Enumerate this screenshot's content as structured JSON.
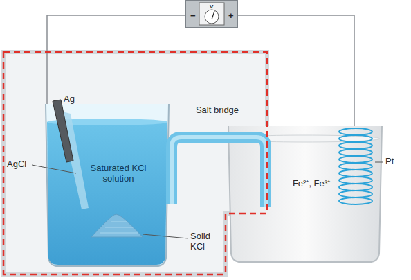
{
  "diagram": {
    "nodes": [
      {
        "text": [
          "−",
          "V",
          "+"
        ]
      }
    ],
    "labels": [
      "Ag",
      "AgCl",
      "Saturated KCl solution",
      "Salt bridge",
      "Solid KCl",
      "Pt",
      "Fe²⁺, Fe³⁺"
    ]
  }
}
